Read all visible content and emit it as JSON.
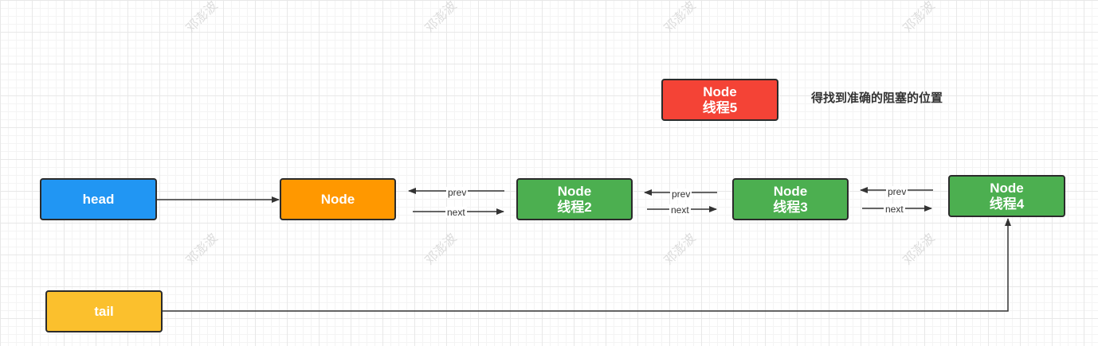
{
  "nodes": {
    "head": {
      "line1": "head",
      "color": "#2196F3"
    },
    "node1": {
      "line1": "Node",
      "color": "#FF9800"
    },
    "node2": {
      "line1": "Node",
      "line2": "线程2",
      "color": "#4CAF50"
    },
    "node3": {
      "line1": "Node",
      "line2": "线程3",
      "color": "#4CAF50"
    },
    "node4": {
      "line1": "Node",
      "line2": "线程4",
      "color": "#4CAF50"
    },
    "node5": {
      "line1": "Node",
      "line2": "线程5",
      "color": "#F44336"
    },
    "tail": {
      "line1": "tail",
      "color": "#FBC02D"
    }
  },
  "links": {
    "prev": "prev",
    "next": "next"
  },
  "note": "得找到准确的阻塞的位置",
  "watermark": "邓澎波"
}
